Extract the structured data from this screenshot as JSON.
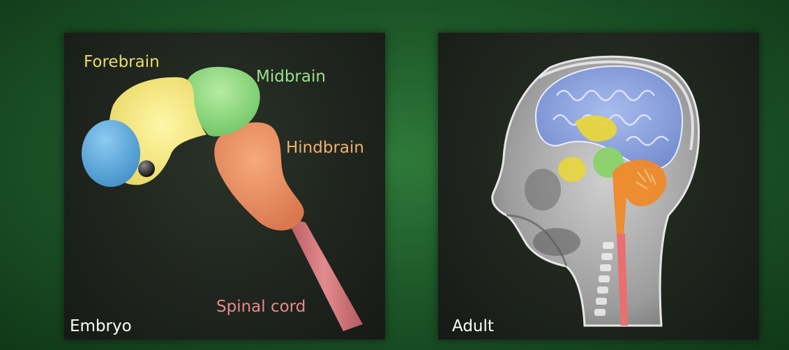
{
  "embryo": {
    "title": "Embryo",
    "labels": {
      "forebrain": "Forebrain",
      "midbrain": "Midbrain",
      "hindbrain": "Hindbrain",
      "spinal_cord": "Spinal cord"
    }
  },
  "adult": {
    "title": "Adult"
  },
  "colors": {
    "forebrain_label": "#e8dc6a",
    "midbrain_label": "#9ee08a",
    "hindbrain_label": "#f0b070",
    "spinal_cord_label": "#e88a8a",
    "cerebrum": "#7d97d8",
    "forebrain": "#f3e173",
    "midbrain": "#87d77a",
    "hindbrain": "#e98a58",
    "spinal_cord": "#d96a6a",
    "eye": "#5aa6dc"
  }
}
